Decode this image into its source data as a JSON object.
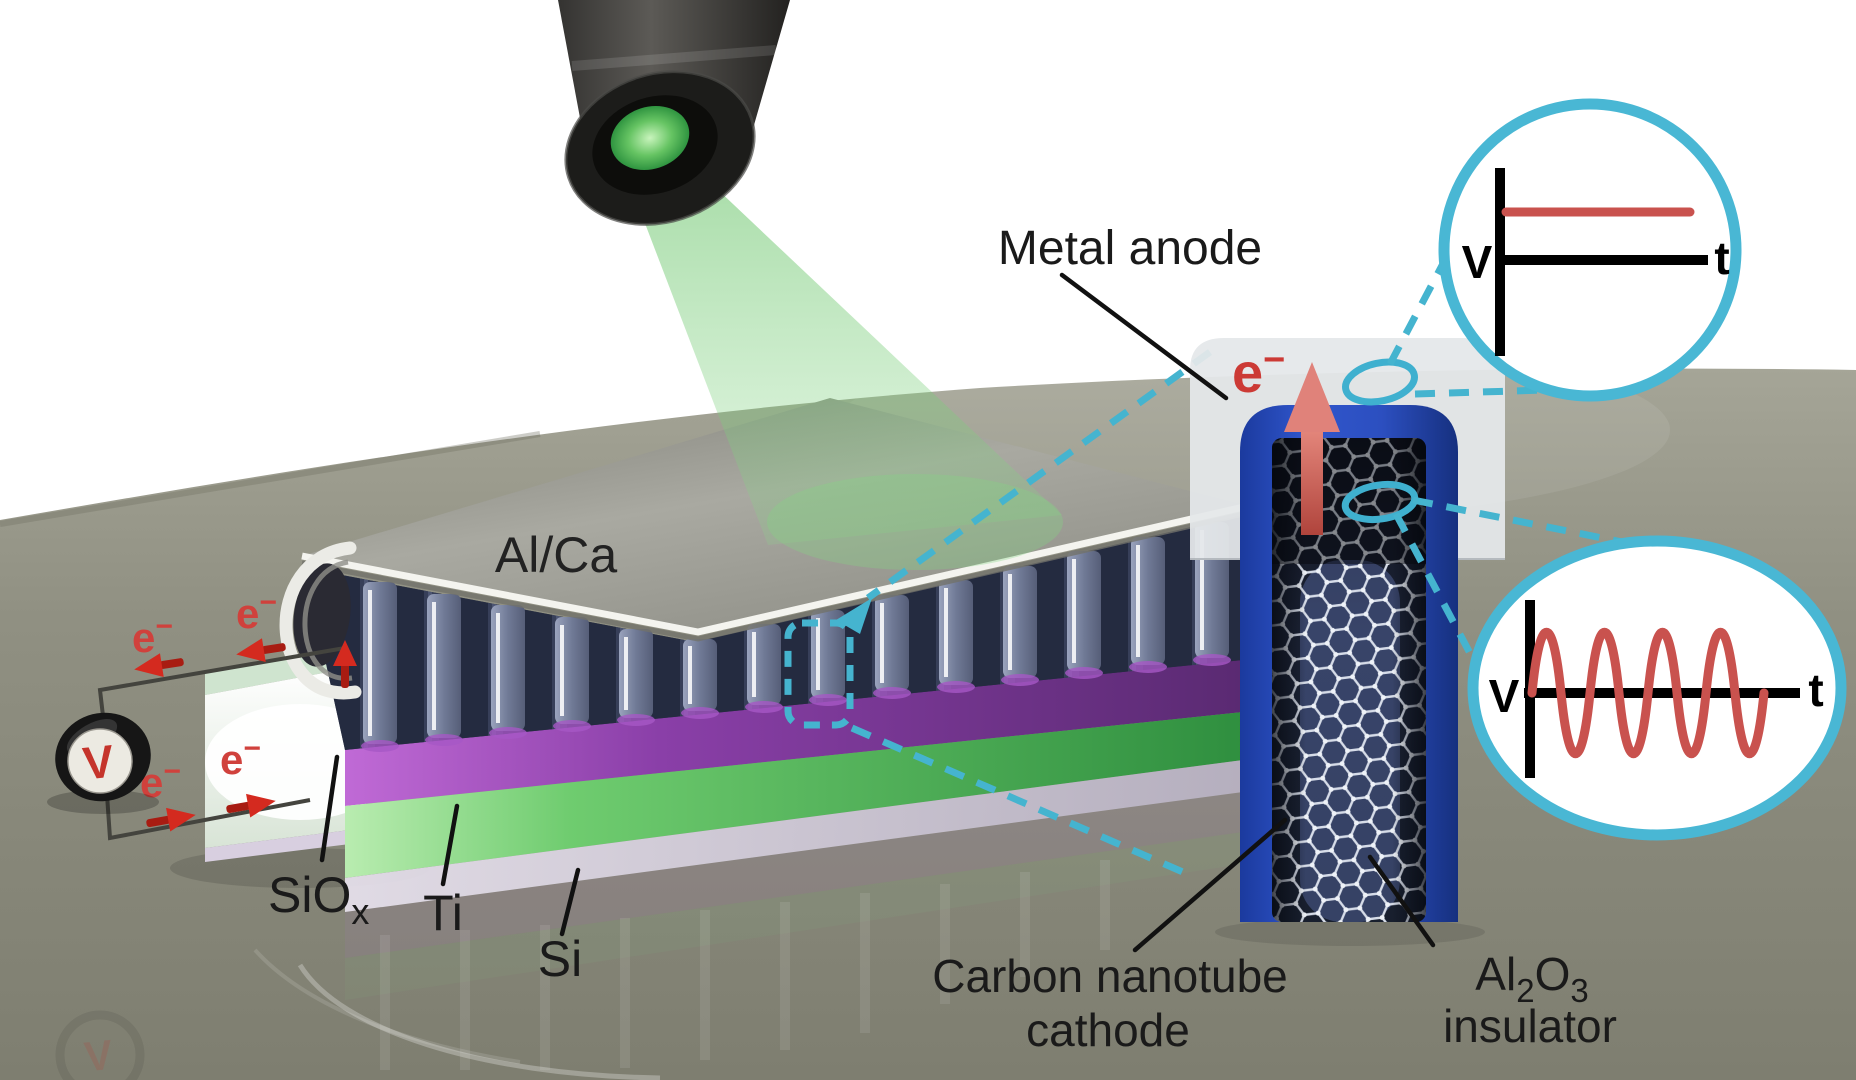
{
  "labels": {
    "metal_anode": "Metal anode",
    "al_ca": "Al/Ca",
    "siox_base": "SiO",
    "siox_sub": "x",
    "ti": "Ti",
    "si": "Si",
    "cathode_line1": "Carbon nanotube",
    "cathode_line2": "cathode",
    "insulator_seg1": "Al",
    "insulator_sub1": "2",
    "insulator_seg2": "O",
    "insulator_sub2": "3",
    "insulator_line2": "insulator",
    "electron": "e",
    "electron_sup": "−",
    "voltmeter": "V"
  },
  "insets": {
    "dc": {
      "y_axis": "V",
      "x_axis": "t",
      "signal_type": "constant positive DC voltage line"
    },
    "ac": {
      "y_axis": "V",
      "x_axis": "t",
      "signal_type": "sinusoidal AC voltage, about 4 cycles"
    }
  },
  "scene": {
    "description": "3D illustration: green laser illuminating a carbon-nanotube optical rectenna chip wired to a voltmeter, with magnified cutaway of one nanotube (carbon nanotube cathode inside Al2O3 insulator under a metal anode) and two callout oscilloscope insets",
    "colors": {
      "callout_cyan": "#45b4cf",
      "signal_red": "#c9524e",
      "electron_red": "#d0413c",
      "alumina_blue": "#2b4fc0",
      "ti_purple": "#8a46a6",
      "si_green": "#4caf50",
      "laser_green": "#58c35a",
      "anode_gray": "#e4e8ea",
      "ground_gray": "#8e8e80",
      "plate_silver": "#b5b5ae",
      "text_black": "#1a1a1a"
    }
  }
}
